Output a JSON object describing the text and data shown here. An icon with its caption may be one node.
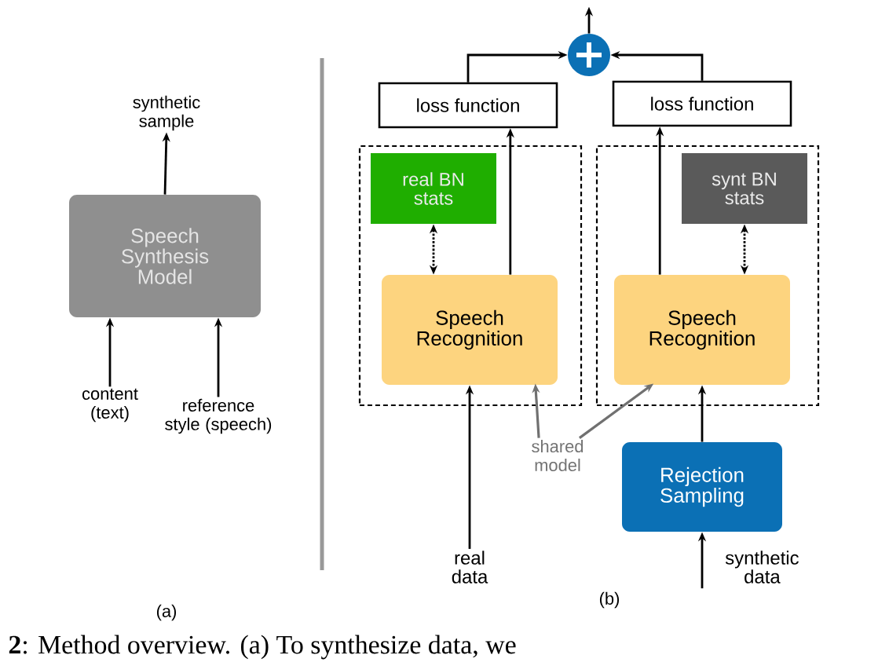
{
  "diagram": {
    "caption": "**2**: Method overview. (a) To synthesize data, we",
    "nodes": [
      {
        "text": [
          "synthetic sample"
        ]
      },
      {
        "text": [
          "Speech Synthesis Model"
        ]
      },
      {
        "text": [
          "content (text)"
        ]
      },
      {
        "text": [
          "reference style (speech)"
        ]
      },
      {
        "text": [],
        "shape": "circle"
      },
      {
        "text": [
          "loss function"
        ]
      },
      {
        "text": [
          "loss function"
        ]
      },
      {
        "text": [],
        "shape": "box"
      },
      {
        "text": [],
        "shape": "box"
      },
      {
        "text": [
          "real BN stats"
        ],
        "in": 7
      },
      {
        "text": [
          "Speech Recognition"
        ],
        "in": 7
      },
      {
        "text": [
          "synt BN stats"
        ],
        "in": 8
      },
      {
        "text": [
          "Speech Recognition"
        ],
        "in": 8
      },
      {
        "text": [
          "shared model"
        ]
      },
      {
        "text": [
          "Rejection Sampling"
        ]
      },
      {
        "text": [
          "real data"
        ]
      },
      {
        "text": [
          "synthetic data"
        ]
      }
    ],
    "edges": [
      {
        "from": 1,
        "to": 0,
        "arrow": "to"
      },
      {
        "from": 2,
        "to": 1,
        "arrow": "to"
      },
      {
        "from": 3,
        "to": 1,
        "arrow": "to"
      },
      {
        "from": 5,
        "to": 4,
        "arrow": "to"
      },
      {
        "from": 6,
        "to": 4,
        "arrow": "to"
      },
      {
        "from": 4,
        "to": null,
        "arrow": "to"
      },
      {
        "from": 10,
        "to": 5,
        "arrow": "to"
      },
      {
        "from": 12,
        "to": 6,
        "arrow": "to"
      },
      {
        "from": 9,
        "to": 10,
        "arrow": "both",
        "style": "dashed"
      },
      {
        "from": 11,
        "to": 12,
        "arrow": "both",
        "style": "dashed"
      },
      {
        "from": 13,
        "to": 10,
        "arrow": "to",
        "color": "#707070"
      },
      {
        "from": 13,
        "to": 12,
        "arrow": "to",
        "color": "#707070"
      },
      {
        "from": 15,
        "to": 10,
        "arrow": "to"
      },
      {
        "from": 14,
        "to": 12,
        "arrow": "to"
      },
      {
        "from": 16,
        "to": 14,
        "arrow": "to"
      }
    ],
    "labels": [
      "(a)",
      "(b)"
    ]
  }
}
